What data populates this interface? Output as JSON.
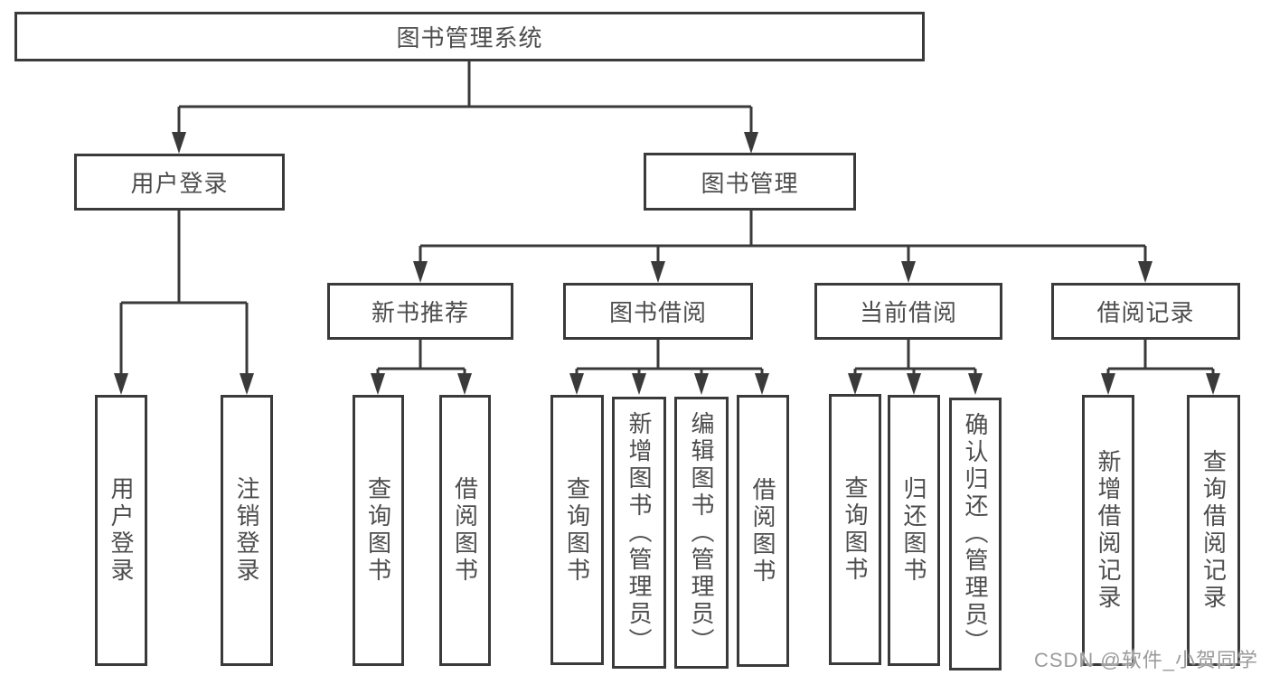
{
  "nodes": {
    "root": {
      "label": "图书管理系统"
    },
    "user_login": {
      "label": "用户登录"
    },
    "book_management": {
      "label": "图书管理"
    },
    "new_book_recommend": {
      "label": "新书推荐"
    },
    "book_borrowing": {
      "label": "图书借阅"
    },
    "current_borrowing": {
      "label": "当前借阅"
    },
    "borrowing_records": {
      "label": "借阅记录"
    },
    "leaf_user_login": {
      "label": "用户登录"
    },
    "leaf_logout": {
      "label": "注销登录"
    },
    "leaf_query_books_recommend": {
      "label": "查询图书"
    },
    "leaf_borrow_books_recommend": {
      "label": "借阅图书"
    },
    "leaf_query_books_borrowing": {
      "label": "查询图书"
    },
    "leaf_add_books_admin": {
      "label": "新增图书（管理员）"
    },
    "leaf_edit_books_admin": {
      "label": "编辑图书（管理员）"
    },
    "leaf_borrow_books_borrowing": {
      "label": "借阅图书"
    },
    "leaf_query_books_current": {
      "label": "查询图书"
    },
    "leaf_return_books": {
      "label": "归还图书"
    },
    "leaf_confirm_return_admin": {
      "label": "确认归还（管理员）"
    },
    "leaf_add_borrow_record": {
      "label": "新增借阅记录"
    },
    "leaf_query_borrow_record": {
      "label": "查询借阅记录"
    }
  },
  "watermark": {
    "label": "CSDN @软件_小贺同学"
  },
  "colors": {
    "line": "#3a3a3a",
    "text": "#4d4d4d",
    "background": "#ffffff",
    "watermark": "#9b9b9b"
  }
}
